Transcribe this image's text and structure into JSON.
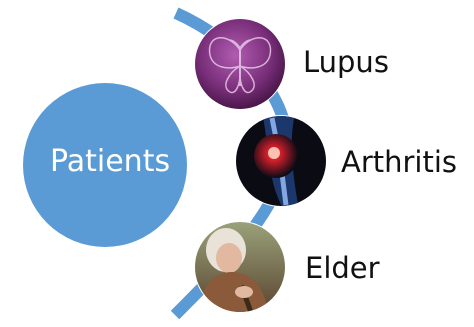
{
  "diagram": {
    "center": {
      "label": "Patients",
      "color": "#5b9bd5"
    },
    "arc_color": "#5b9bd5",
    "items": [
      {
        "label": "Lupus",
        "icon": "butterfly-icon",
        "bg": "#7a2f7a"
      },
      {
        "label": "Arthritis",
        "icon": "knee-joint-icon",
        "bg": "#0b0b14"
      },
      {
        "label": "Elder",
        "icon": "elderly-woman-icon",
        "bg": "#6f5a40"
      }
    ]
  }
}
